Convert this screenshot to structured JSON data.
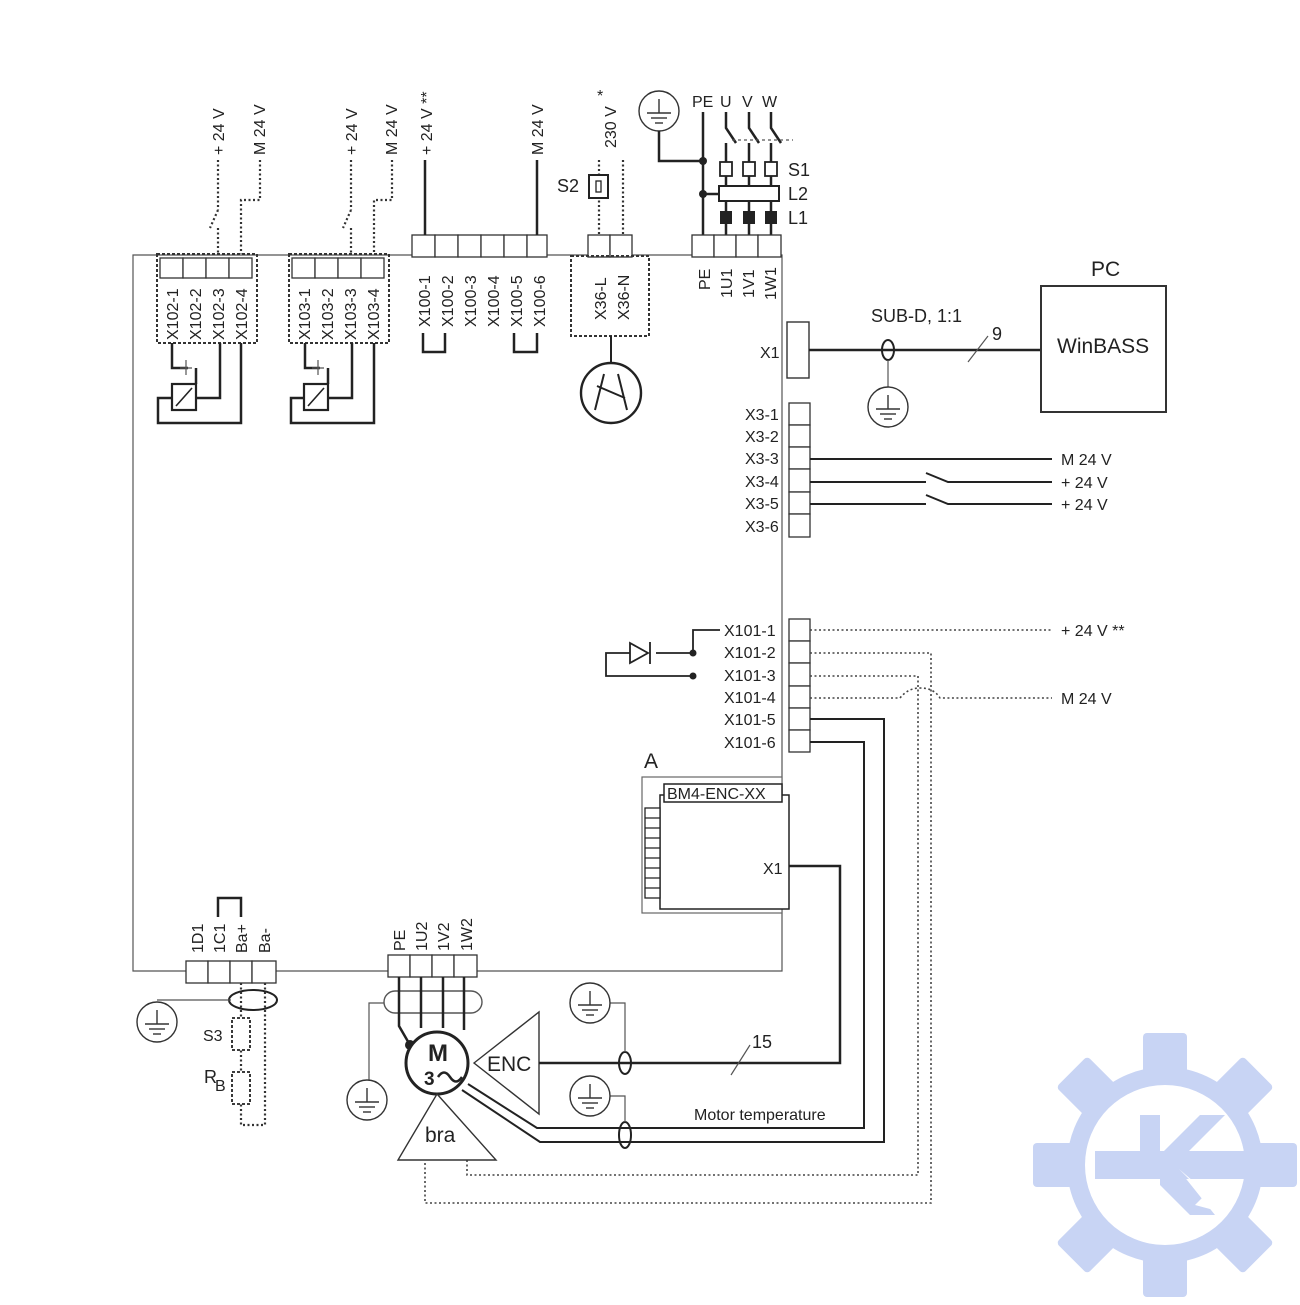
{
  "top_supply": {
    "x102_plus": "+ 24 V",
    "x102_minus": "M 24 V",
    "x103_plus": "+ 24 V",
    "x103_minus": "M 24 V",
    "x100_plus": "+ 24 V **",
    "x100_minus": "M 24 V",
    "x36_supply": "230 V",
    "x36_star": "*"
  },
  "mains": {
    "pe": "PE",
    "u": "U",
    "v": "V",
    "w": "W"
  },
  "components": {
    "s1": "S1",
    "l2": "L2",
    "l1": "L1",
    "s2": "S2",
    "s3": "S3",
    "rb_r": "R",
    "rb_b": "B"
  },
  "terminals": {
    "x102": [
      "X102-1",
      "X102-2",
      "X102-3",
      "X102-4"
    ],
    "x103": [
      "X103-1",
      "X103-2",
      "X103-3",
      "X103-4"
    ],
    "x100": [
      "X100-1",
      "X100-2",
      "X100-3",
      "X100-4",
      "X100-5",
      "X100-6"
    ],
    "x36": [
      "X36-L",
      "X36-N"
    ],
    "power": [
      "PE",
      "1U1",
      "1V1",
      "1W1"
    ],
    "x3": [
      "X3-1",
      "X3-2",
      "X3-3",
      "X3-4",
      "X3-5",
      "X3-6"
    ],
    "x101": [
      "X101-1",
      "X101-2",
      "X101-3",
      "X101-4",
      "X101-5",
      "X101-6"
    ],
    "brake": [
      "1D1",
      "1C1",
      "Ba+",
      "Ba-"
    ],
    "motor": [
      "PE",
      "1U2",
      "1V2",
      "1W2"
    ]
  },
  "x1": {
    "label": "X1",
    "cable": "SUB-D, 1:1",
    "cable_no": "9"
  },
  "pc": {
    "title": "PC",
    "software": "WinBASS"
  },
  "x3_signals": [
    "M 24 V",
    "+ 24 V",
    "+ 24 V"
  ],
  "x101_signals": [
    "+ 24 V **",
    "M 24 V"
  ],
  "encoder_module": {
    "tag": "A",
    "name": "BM4-ENC-XX",
    "port": "X1"
  },
  "motor": {
    "m": "M",
    "phase": "3",
    "enc": "ENC",
    "brake": "bra",
    "cable_no": "15",
    "temp_label": "Motor temperature"
  },
  "colors": {
    "line": "#222222",
    "watermark": "#c8d4f4"
  },
  "icons": [
    "ground-icon",
    "fan-icon",
    "relay-coil-icon",
    "diode-icon",
    "gear-logo-icon"
  ]
}
